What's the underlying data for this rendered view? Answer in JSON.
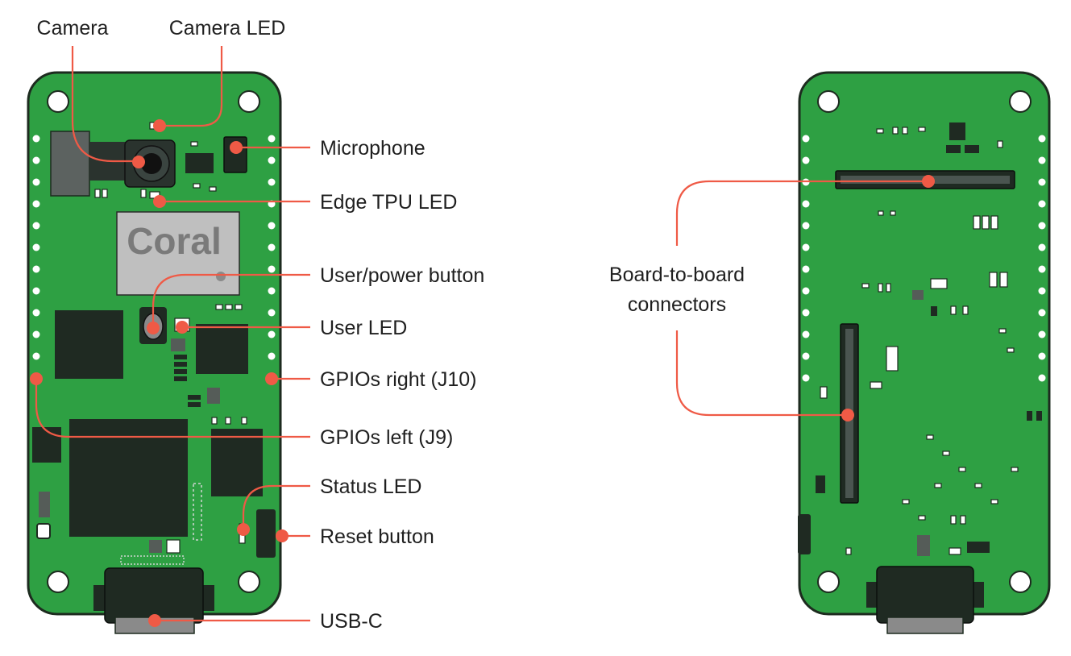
{
  "front_labels": {
    "camera": "Camera",
    "camera_led": "Camera LED",
    "microphone": "Microphone",
    "edge_tpu_led": "Edge TPU LED",
    "user_power_button": "User/power button",
    "user_led": "User LED",
    "gpios_right": "GPIOs right (J10)",
    "gpios_left": "GPIOs left (J9)",
    "status_led": "Status LED",
    "reset_button": "Reset button",
    "usb_c": "USB-C"
  },
  "back_labels": {
    "b2b_line1": "Board-to-board",
    "b2b_line2": "connectors"
  },
  "logo_text": "Coral",
  "colors": {
    "board": "#2ea043",
    "leader": "#ef5a46",
    "chip": "#1f2a22"
  }
}
